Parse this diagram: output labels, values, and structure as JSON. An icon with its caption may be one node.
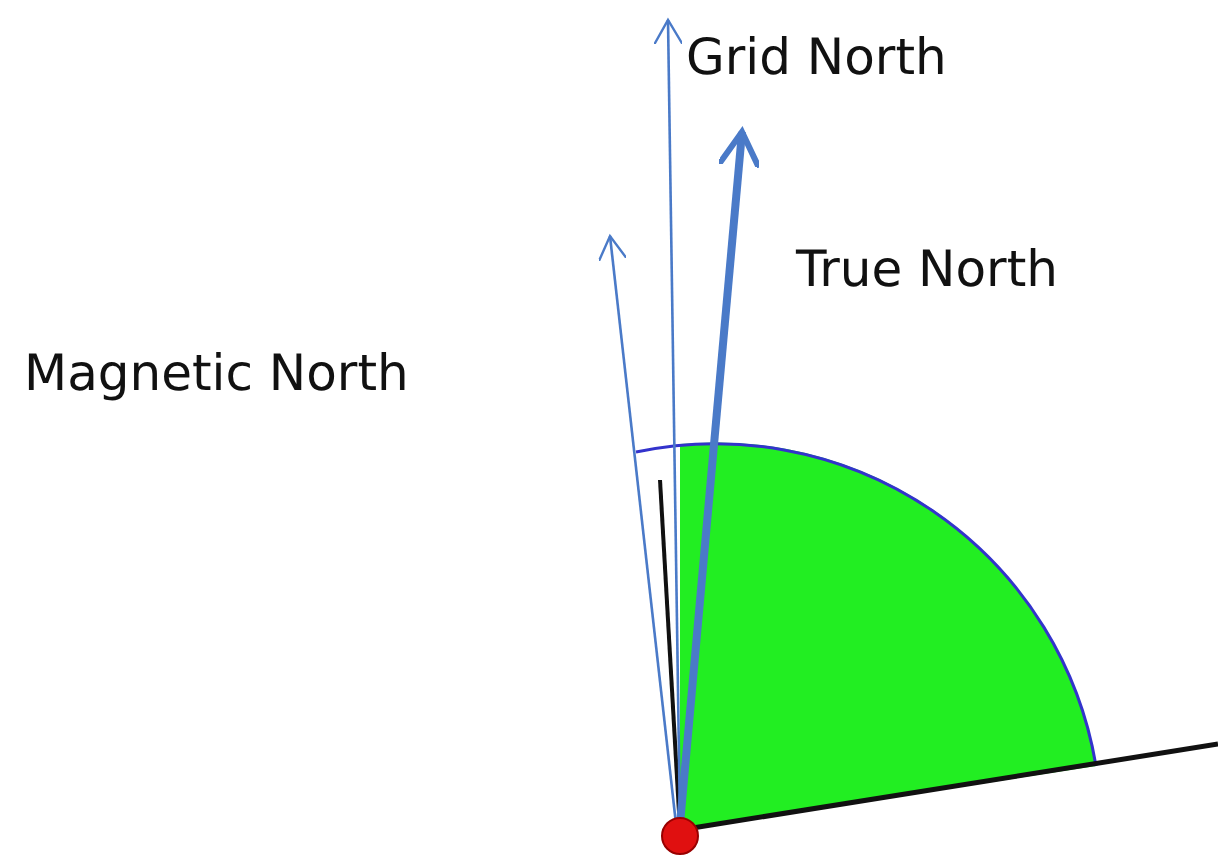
{
  "diagram": {
    "labels": [
      "Grid North",
      "True North",
      "Magnetic North"
    ]
  }
}
